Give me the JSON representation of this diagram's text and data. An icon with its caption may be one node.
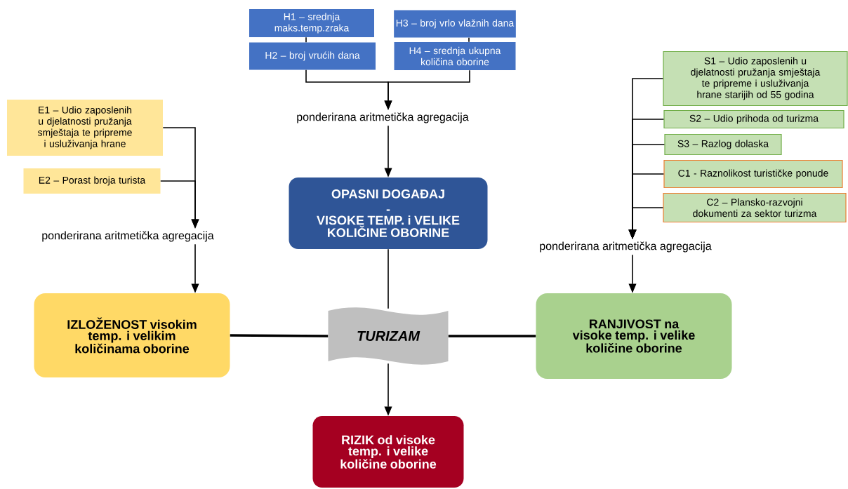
{
  "diagram": {
    "nodes": [
      {
        "text": [
          "H1 – srednja maks.temp.zraka"
        ]
      },
      {
        "text": [
          "H2 – broj vrućih dana"
        ]
      },
      {
        "text": [
          "H3 – broj vrlo vlažnih dana"
        ]
      },
      {
        "text": [
          "H4 – srednja ukupna količina oborine"
        ]
      },
      {
        "text": [
          "ponderirana aritmetička agregacija"
        ]
      },
      {
        "text": [
          "OPASNI DOGAĐAJ",
          "-",
          "VISOKE TEMP. i VELIKE KOLIČINE OBORINE"
        ]
      },
      {
        "text": [
          "E1 – Udio zaposlenih u djelatnosti pružanja smještaja te pripreme i usluživanja hrane"
        ]
      },
      {
        "text": [
          "E2 – Porast broja turista"
        ]
      },
      {
        "text": [
          "ponderirana aritmetička agregacija"
        ]
      },
      {
        "text": [
          "IZLOŽENOST visokim temp. i velikim količinama oborine"
        ]
      },
      {
        "text": [
          "S1 – Udio zaposlenih u djelatnosti pružanja smještaja te pripreme i usluživanja hrane starijih od 55 godina"
        ]
      },
      {
        "text": [
          "S2 – Udio prihoda od turizma"
        ]
      },
      {
        "text": [
          "S3 – Razlog dolaska"
        ]
      },
      {
        "text": [
          "C1 - Raznolikost turističke ponude"
        ]
      },
      {
        "text": [
          "C2 – Plansko-razvojni dokumenti za sektor turizma"
        ]
      },
      {
        "text": [
          "ponderirana aritmetička agregacija"
        ]
      },
      {
        "text": [
          "RANJIVOST na visoke temp. i velike količine oborine"
        ]
      },
      {
        "text": [
          "TURIZAM"
        ]
      },
      {
        "text": [
          "RIZIK od visoke temp. i velike količine oborine"
        ]
      }
    ],
    "edges": [
      {
        "from": 0,
        "to": 1,
        "arrow": "none"
      },
      {
        "from": 2,
        "to": 3,
        "arrow": "none"
      },
      {
        "from": 1,
        "to": 4,
        "arrow": "to"
      },
      {
        "from": 3,
        "to": 4,
        "arrow": "to"
      },
      {
        "from": 4,
        "to": 5,
        "arrow": "to"
      },
      {
        "from": 6,
        "to": 8,
        "arrow": "to"
      },
      {
        "from": 7,
        "to": 8,
        "arrow": "to"
      },
      {
        "from": 8,
        "to": 9,
        "arrow": "to"
      },
      {
        "from": 10,
        "to": 15,
        "arrow": "to"
      },
      {
        "from": 11,
        "to": 15,
        "arrow": "to"
      },
      {
        "from": 12,
        "to": 15,
        "arrow": "to"
      },
      {
        "from": 13,
        "to": 15,
        "arrow": "to"
      },
      {
        "from": 14,
        "to": 15,
        "arrow": "to"
      },
      {
        "from": 15,
        "to": 16,
        "arrow": "to"
      },
      {
        "from": 5,
        "to": 17,
        "arrow": "none"
      },
      {
        "from": 9,
        "to": 17,
        "arrow": "none",
        "style": "thick"
      },
      {
        "from": 17,
        "to": 16,
        "arrow": "none",
        "style": "thick"
      },
      {
        "from": 17,
        "to": 18,
        "arrow": "to"
      }
    ]
  }
}
